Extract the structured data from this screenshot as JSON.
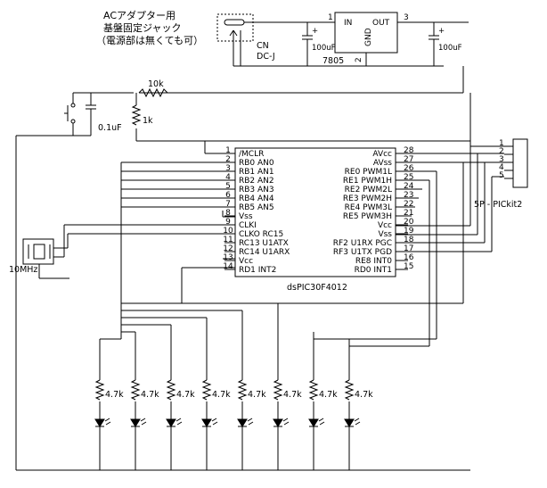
{
  "notes": {
    "ac_adapter": [
      "ACアダプター用",
      "基盤固定ジャック",
      "（電源部は無くても可）"
    ]
  },
  "power": {
    "jack": [
      "CN",
      "DC-J"
    ],
    "regulator_part": "7805",
    "regulator_pins": {
      "in_num": "1",
      "in": "IN",
      "out": "OUT",
      "out_num": "3",
      "gnd": "GND",
      "gnd_num": "2"
    },
    "cap_in": "100uF",
    "cap_out": "100uF"
  },
  "reset": {
    "pullup": "10k",
    "series": "1k",
    "cap": "0.1uF"
  },
  "crystal": "10MHz",
  "mcu": {
    "part": "dsPIC30F4012",
    "left_pins": [
      {
        "num": "1",
        "name": "/MCLR"
      },
      {
        "num": "2",
        "name": "RB0  AN0"
      },
      {
        "num": "3",
        "name": "RB1  AN1"
      },
      {
        "num": "4",
        "name": "RB2  AN2"
      },
      {
        "num": "5",
        "name": "RB3  AN3"
      },
      {
        "num": "6",
        "name": "RB4  AN4"
      },
      {
        "num": "7",
        "name": "RB5  AN5"
      },
      {
        "num": "8",
        "name": "Vss"
      },
      {
        "num": "9",
        "name": "CLKI"
      },
      {
        "num": "10",
        "name": "CLKO  RC15"
      },
      {
        "num": "11",
        "name": "RC13  U1ATX"
      },
      {
        "num": "12",
        "name": "RC14  U1ARX"
      },
      {
        "num": "13",
        "name": "Vcc"
      },
      {
        "num": "14",
        "name": "RD1  INT2"
      }
    ],
    "right_pins": [
      {
        "num": "28",
        "name": "AVcc"
      },
      {
        "num": "27",
        "name": "AVss"
      },
      {
        "num": "26",
        "name": "RE0  PWM1L"
      },
      {
        "num": "25",
        "name": "RE1  PWM1H"
      },
      {
        "num": "24",
        "name": "RE2  PWM2L"
      },
      {
        "num": "23",
        "name": "RE3  PWM2H"
      },
      {
        "num": "22",
        "name": "RE4  PWM3L"
      },
      {
        "num": "21",
        "name": "RE5  PWM3H"
      },
      {
        "num": "20",
        "name": "Vcc"
      },
      {
        "num": "19",
        "name": "Vss"
      },
      {
        "num": "18",
        "name": "RF2  U1RX  PGC"
      },
      {
        "num": "17",
        "name": "RF3  U1TX  PGD"
      },
      {
        "num": "16",
        "name": "RE8  INT0"
      },
      {
        "num": "15",
        "name": "RD0  INT1"
      }
    ]
  },
  "pickit": {
    "label": "5P - PICkit2",
    "pins": [
      "1",
      "2",
      "3",
      "4",
      "5"
    ]
  },
  "led_resistors": [
    "4.7k",
    "4.7k",
    "4.7k",
    "4.7k",
    "4.7k",
    "4.7k",
    "4.7k",
    "4.7k"
  ]
}
